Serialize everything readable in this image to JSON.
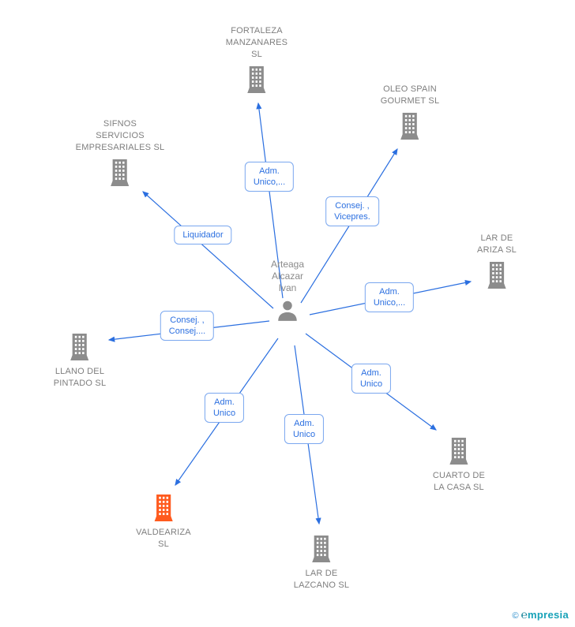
{
  "center": {
    "name": "Arteaga\nAlcazar\nIvan"
  },
  "companies": {
    "fortaleza": {
      "label": "FORTALEZA\nMANZANARES\nSL"
    },
    "oleo": {
      "label": "OLEO SPAIN\nGOURMET SL"
    },
    "sifnos": {
      "label": "SIFNOS\nSERVICIOS\nEMPRESARIALES SL"
    },
    "lar_ariza": {
      "label": "LAR DE\nARIZA  SL"
    },
    "llano": {
      "label": "LLANO DEL\nPINTADO SL"
    },
    "cuarto": {
      "label": "CUARTO DE\nLA CASA  SL"
    },
    "valdeariza": {
      "label": "VALDEARIZA\nSL"
    },
    "lar_lazcano": {
      "label": "LAR DE\nLAZCANO  SL"
    }
  },
  "relationships": {
    "fortaleza": "Adm.\nUnico,...",
    "oleo": "Consej. ,\nVicepres.",
    "sifnos": "Liquidador",
    "lar_ariza": "Adm.\nUnico,...",
    "llano": "Consej. ,\nConsej....",
    "cuarto": "Adm.\nUnico",
    "valdeariza": "Adm.\nUnico",
    "lar_lazcano": "Adm.\nUnico"
  },
  "watermark": {
    "copyright": "©",
    "brand_mark": "℮",
    "brand": "mpresia"
  },
  "colors": {
    "edge_blue": "#2b6fe0",
    "node_gray": "#8c8c8c",
    "highlight_orange": "#ff5a1e",
    "brand_teal": "#17a2b8"
  }
}
